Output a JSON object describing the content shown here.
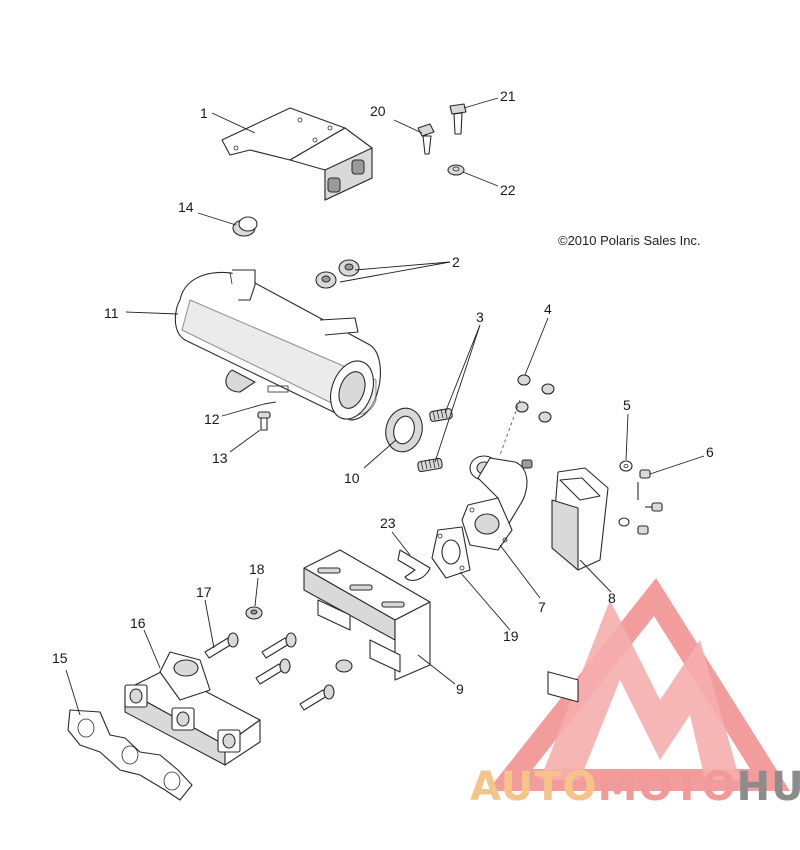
{
  "copyright": "©2010 Polaris Sales Inc.",
  "callouts": [
    {
      "id": "1",
      "label": "1"
    },
    {
      "id": "2",
      "label": "2"
    },
    {
      "id": "3",
      "label": "3"
    },
    {
      "id": "4",
      "label": "4"
    },
    {
      "id": "5",
      "label": "5"
    },
    {
      "id": "6",
      "label": "6"
    },
    {
      "id": "7",
      "label": "7"
    },
    {
      "id": "8",
      "label": "8"
    },
    {
      "id": "9",
      "label": "9"
    },
    {
      "id": "10",
      "label": "10"
    },
    {
      "id": "11",
      "label": "11"
    },
    {
      "id": "12",
      "label": "12"
    },
    {
      "id": "13",
      "label": "13"
    },
    {
      "id": "14",
      "label": "14"
    },
    {
      "id": "15",
      "label": "15"
    },
    {
      "id": "16",
      "label": "16"
    },
    {
      "id": "17",
      "label": "17"
    },
    {
      "id": "18",
      "label": "18"
    },
    {
      "id": "19",
      "label": "19"
    },
    {
      "id": "20",
      "label": "20"
    },
    {
      "id": "21",
      "label": "21"
    },
    {
      "id": "22",
      "label": "22"
    },
    {
      "id": "23",
      "label": "23"
    }
  ],
  "watermark": {
    "part1": "AUTO",
    "part2": "MOTO",
    "part3": "HUB",
    "color_auto": "#f5c48a",
    "color_moto": "#f29a9a",
    "color_hub": "#8c8c8c",
    "logo_color": "#f28b8b"
  }
}
